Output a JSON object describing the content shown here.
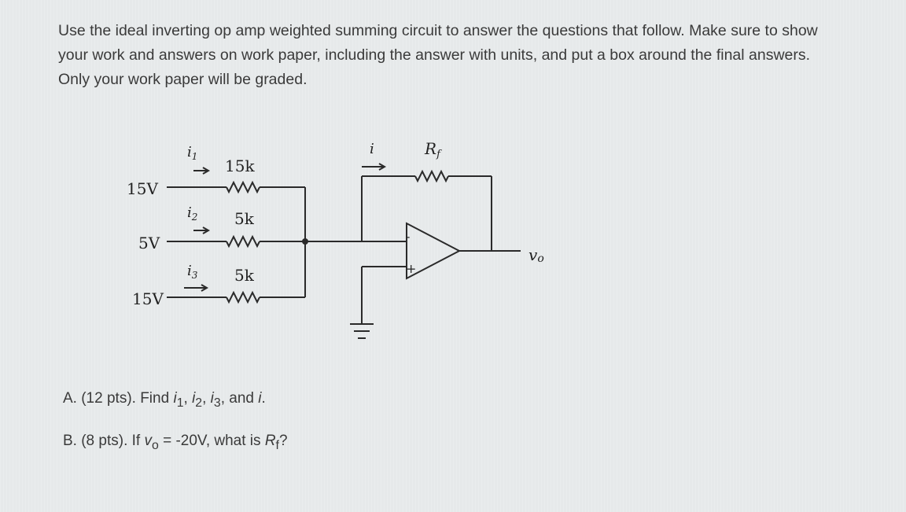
{
  "instructions": "Use the ideal inverting op amp weighted summing circuit to answer the questions that follow. Make sure to show your work and answers on work paper, including the answer with units, and put a box around the final answers. Only your work paper will be graded.",
  "circuit": {
    "sources": [
      {
        "voltage": "15V",
        "current": "i",
        "current_sub": "1",
        "resistor": "15k"
      },
      {
        "voltage": "5V",
        "current": "i",
        "current_sub": "2",
        "resistor": "5k"
      },
      {
        "voltage": "15V",
        "current": "i",
        "current_sub": "3",
        "resistor": "5k"
      }
    ],
    "feedback_current": "i",
    "feedback_resistor": "R",
    "feedback_resistor_sub": "f",
    "output_label": "v",
    "output_label_sub": "o",
    "minus_sign": "-",
    "plus_sign": "+"
  },
  "questions": {
    "a": {
      "prefix": "A. (12 pts). Find ",
      "v1": "i",
      "s1": "1",
      "sep1": ", ",
      "v2": "i",
      "s2": "2",
      "sep2": ", ",
      "v3": "i",
      "s3": "3",
      "sep3": ", and ",
      "v4": "i",
      "end": "."
    },
    "b": {
      "prefix": "B. (8 pts). If ",
      "vo": "v",
      "vo_sub": "o",
      "middle": " = -20V, what is ",
      "rf": "R",
      "rf_sub": "f",
      "end": "?"
    }
  }
}
